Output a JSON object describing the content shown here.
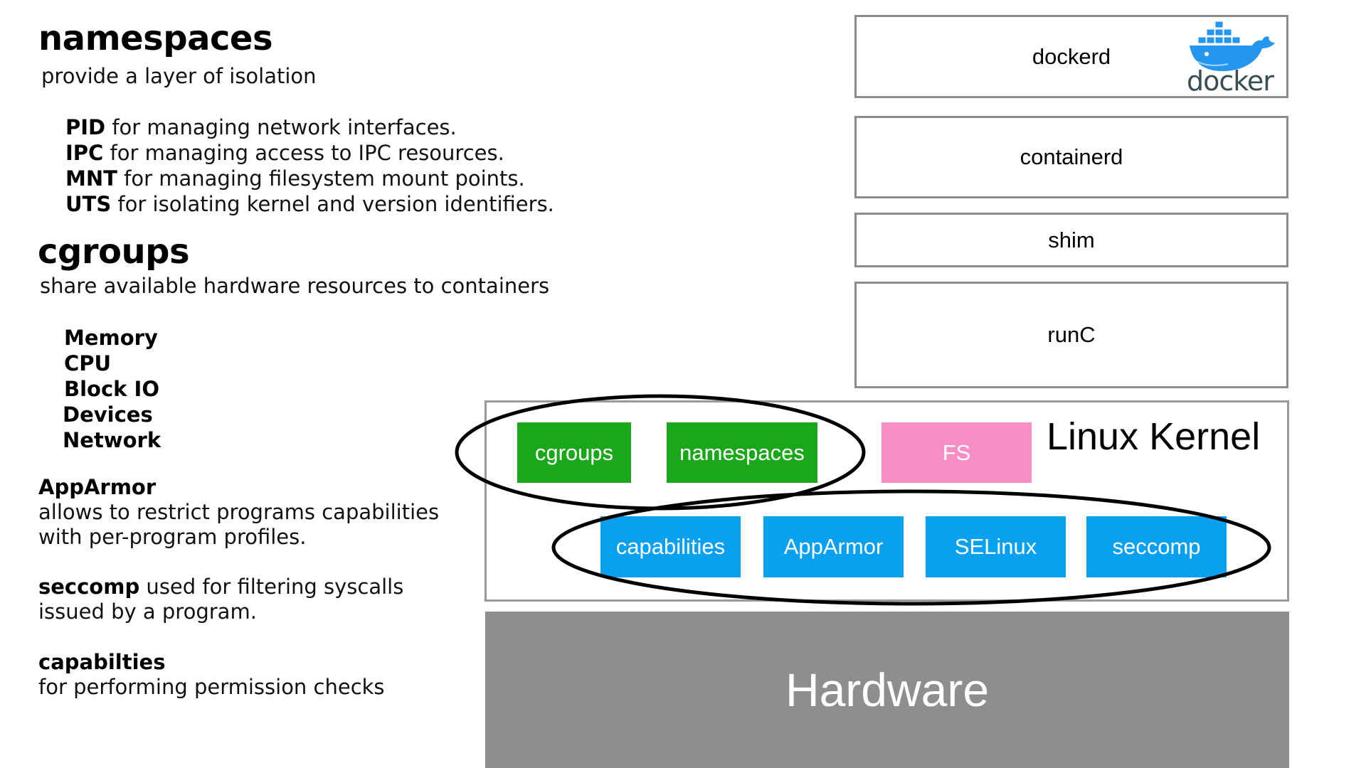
{
  "left": {
    "namespaces": {
      "title": "namespaces",
      "subtitle": "provide a layer of isolation",
      "items": [
        {
          "key": "PID",
          "text": " for managing network interfaces."
        },
        {
          "key": "IPC",
          "text": " for managing access to IPC resources."
        },
        {
          "key": "MNT",
          "text": " for managing filesystem mount points."
        },
        {
          "key": "UTS",
          "text": " for isolating kernel and version identifiers."
        }
      ]
    },
    "cgroups": {
      "title": "cgroups",
      "subtitle": "share available hardware resources to containers",
      "items": [
        "Memory",
        "CPU",
        "Block IO",
        "Devices",
        "Network"
      ]
    },
    "apparmor": {
      "title": "AppArmor",
      "lines": [
        "allows to restrict programs capabilities",
        "with per-program profiles."
      ]
    },
    "seccomp": {
      "key": "seccomp",
      "line1": " used for filtering syscalls",
      "line2": "issued by a program."
    },
    "capabilities": {
      "title": "capabilties",
      "line": "for performing permission checks"
    }
  },
  "stack": {
    "dockerd": "dockerd",
    "docker_logo_text": "docker",
    "containerd": "containerd",
    "shim": "shim",
    "runc": "runC"
  },
  "kernel": {
    "label": "Linux Kernel",
    "cgroups": "cgroups",
    "namespaces": "namespaces",
    "fs": "FS",
    "capabilities": "capabilities",
    "apparmor": "AppArmor",
    "selinux": "SELinux",
    "seccomp": "seccomp"
  },
  "hardware": "Hardware",
  "colors": {
    "green": "#1aa81a",
    "pink": "#f78ec6",
    "blue": "#0aa0f0",
    "hardware": "#8e8e8e",
    "border": "#8c8c8c",
    "docker_blue": "#2496ed"
  },
  "icons": [
    "docker-whale-icon"
  ]
}
